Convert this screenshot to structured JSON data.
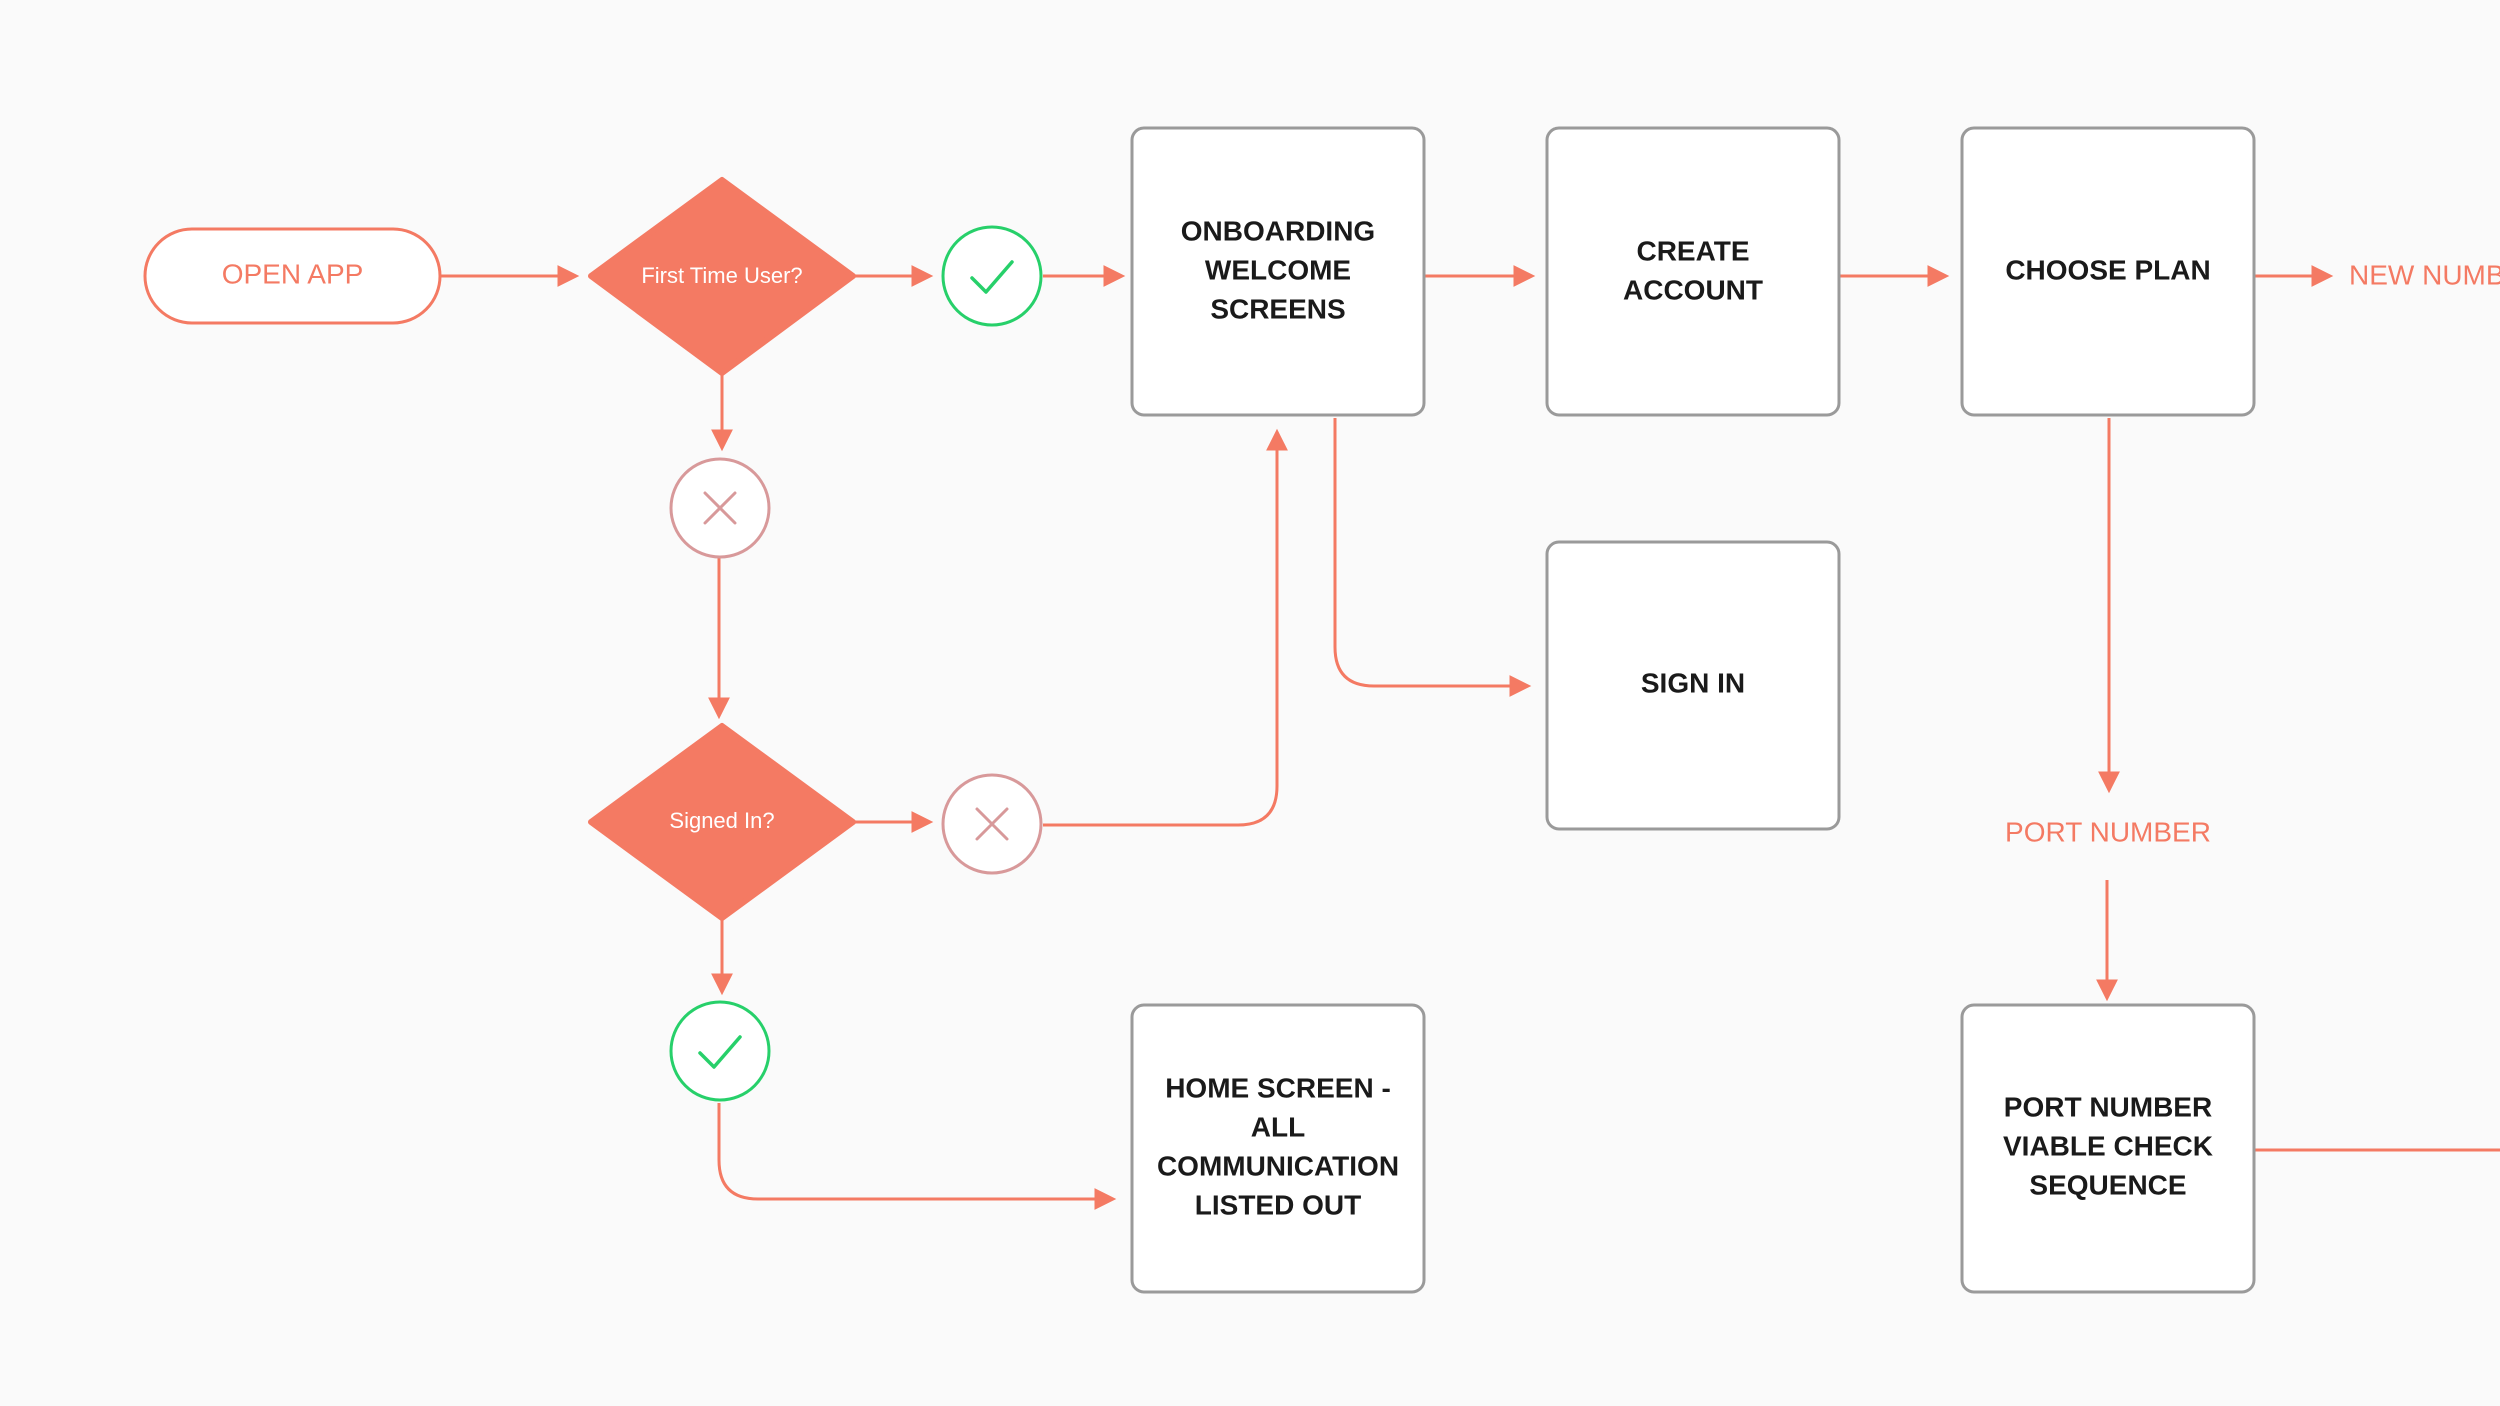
{
  "colors": {
    "accent": "#f47a63",
    "box_border": "#9a9a9a",
    "check_green": "#27d06a",
    "cross_pink": "#d8999a",
    "background": "#fafafa"
  },
  "nodes": {
    "open_app": "OPEN APP",
    "first_time_user": "First Time User?",
    "onboarding": [
      "ONBOARDING",
      "WELCOME",
      "SCREENS"
    ],
    "create_account": [
      "CREATE",
      "ACCOUNT"
    ],
    "choose_plan": "CHOOSE PLAN",
    "new_number": "NEW NUMBER",
    "sign_in": "SIGN IN",
    "signed_in": "Signed In?",
    "port_number_label": "PORT NUMBER",
    "home_screen": [
      "HOME SCREEN -",
      "ALL",
      "COMMUNICATION",
      "LISTED OUT"
    ],
    "port_number_check": [
      "PORT NUMBER",
      "VIABLE CHECK",
      "SEQUENCE"
    ]
  },
  "icons": {
    "yes": "check-icon",
    "no": "cross-icon"
  }
}
